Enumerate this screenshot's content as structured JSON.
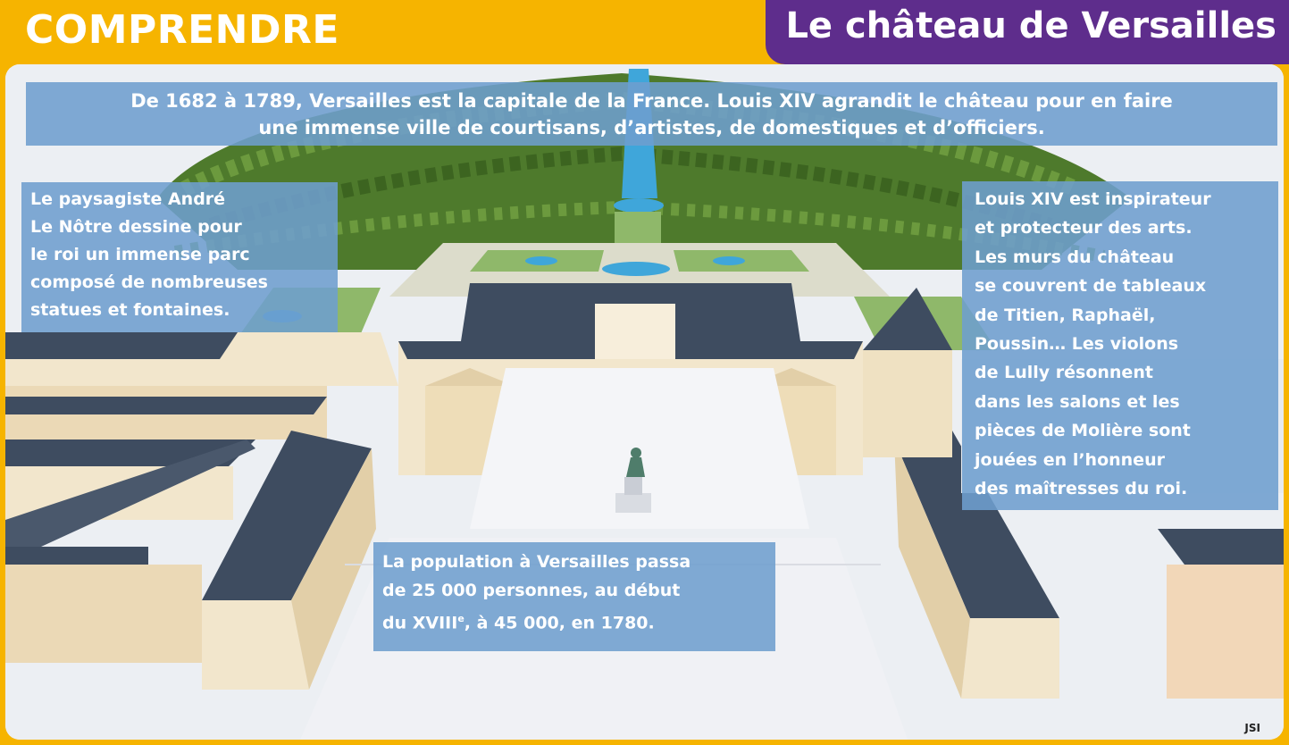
{
  "header": {
    "kicker": "COMPRENDRE",
    "title": "Le château de Versailles"
  },
  "intro": {
    "line1": "De 1682 à 1789, Versailles est la capitale de la France. Louis XIV agrandit le château pour en faire",
    "line2": "une immense ville de courtisans, d’artistes, de domestiques et d’officiers."
  },
  "left_box": {
    "lines": [
      "Le paysagiste André",
      "Le Nôtre dessine pour",
      "le roi un immense parc",
      "composé de nombreuses",
      "statues et fontaines."
    ]
  },
  "right_box": {
    "lines": [
      "Louis XIV est inspirateur",
      "et protecteur des arts.",
      "Les murs du château",
      "se couvrent de tableaux",
      "de Titien, Raphaël,",
      "Poussin… Les violons",
      "de Lully résonnent",
      "dans les salons et les",
      "pièces de Molière sont",
      "jouées en l’honneur",
      "des maîtresses du roi."
    ]
  },
  "population_box": {
    "line1": "La population à Versailles passa",
    "line2": "de 25 000 personnes, au début",
    "line3_before": "du XVIII",
    "line3_sup": "e",
    "line3_after": ", à 45 000, en 1780."
  },
  "credit": "JSI",
  "colors": {
    "header_yellow": "#F6B400",
    "title_purple": "#5E2D8C",
    "text_box_blue": "#6E9ECE",
    "roof_slate": "#3E4C60",
    "stone": "#F2E6CC",
    "forest": "#4E7A2C",
    "water": "#3FA6DA"
  },
  "illustration": {
    "subject": "aerial-view-chateau-de-versailles",
    "icons": [
      "forest",
      "grand-canal",
      "fountain",
      "palace",
      "equestrian-statue",
      "chapel",
      "town-buildings"
    ]
  }
}
